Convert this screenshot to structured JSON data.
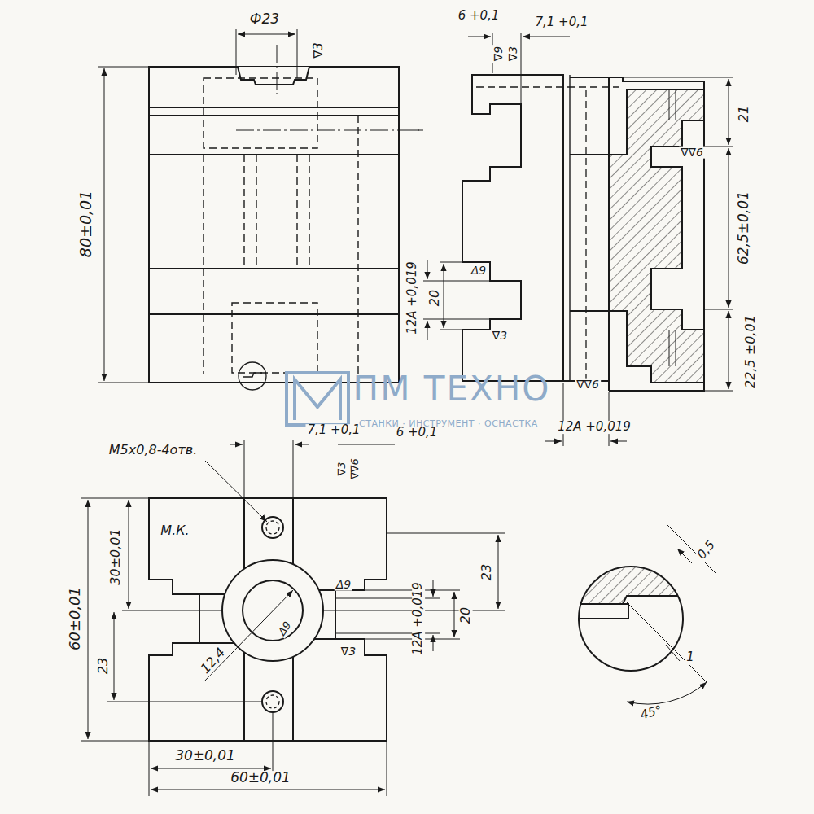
{
  "diagram": {
    "labels": [
      "Ф23",
      "∇3",
      "80±0,01",
      "6 +0,1",
      "7,1 +0,1",
      "∇9",
      "∇3",
      "12A +0,019",
      "20",
      "Δ9",
      "∇3",
      "21",
      "∇∇6",
      "62,5±0,01",
      "22,5 ±0,01",
      "∇∇6",
      "12A +0,019",
      "7,1 +0,1",
      "6 +0,1",
      "∇3",
      "∇∇6",
      "M5x0,8-4отв.",
      "М.К.",
      "60±0,01",
      "30±0,01",
      "23",
      "12,4",
      "Δ9",
      "Δ9",
      "∇3",
      "12A +0,019",
      "20",
      "23",
      "30±0,01",
      "60±0,01",
      "0,5",
      "1",
      "45°",
      "ПМ ТЕХНО",
      "СТАНКИ · ИНСТРУМЕНТ · ОСНАСТКА"
    ]
  }
}
